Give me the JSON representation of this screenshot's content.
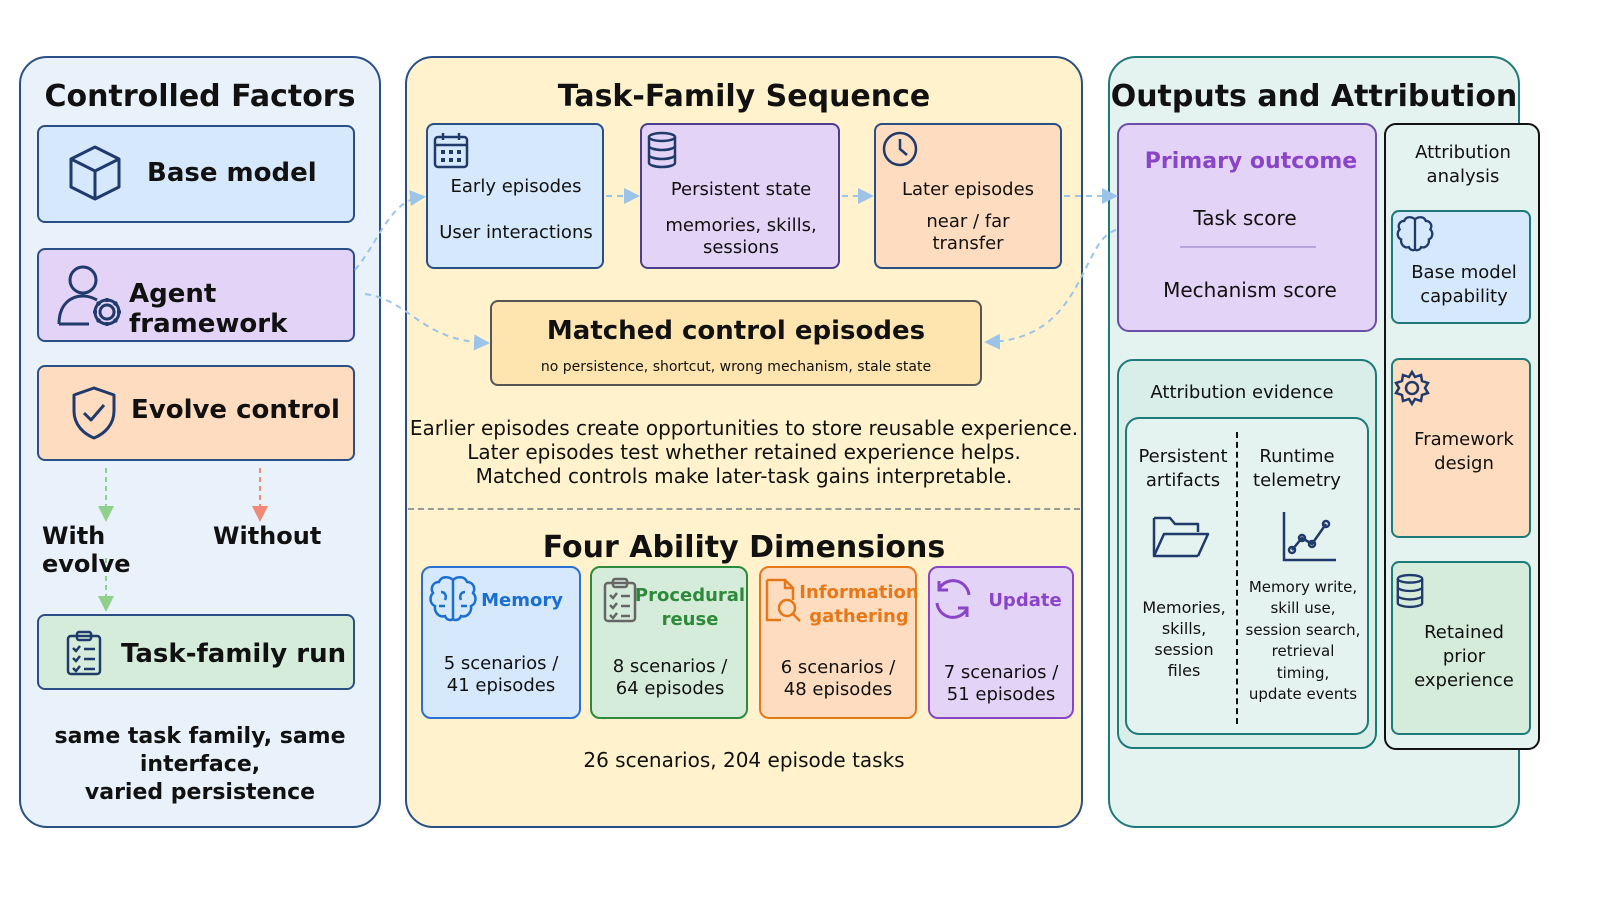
{
  "left": {
    "title": "Controlled Factors",
    "base_model": "Base model",
    "agent_framework": "Agent framework",
    "evolve_control": "Evolve control",
    "with_evolve": "With evolve",
    "without": "Without",
    "task_family_run": "Task-family run",
    "footer_line1": "same task family, same",
    "footer_line2": "interface,",
    "footer_line3": "varied persistence"
  },
  "middle": {
    "title": "Task-Family Sequence",
    "early_title": "Early episodes",
    "early_sub": "User interactions",
    "persistent_title": "Persistent state",
    "persistent_sub1": "memories, skills,",
    "persistent_sub2": "sessions",
    "later_title": "Later episodes",
    "later_sub1": "near / far",
    "later_sub2": "transfer",
    "matched_title": "Matched control episodes",
    "matched_sub": "no persistence, shortcut, wrong mechanism, stale state",
    "desc1": "Earlier episodes create opportunities to store reusable experience.",
    "desc2": "Later episodes test whether retained experience helps.",
    "desc3": "Matched controls make later-task gains interpretable.",
    "ability_title": "Four Ability Dimensions",
    "abilities": [
      {
        "name1": "Memory",
        "name2": "",
        "stat1": "5 scenarios /",
        "stat2": "41 episodes",
        "color": "#1a6fd1"
      },
      {
        "name1": "Procedural",
        "name2": "reuse",
        "stat1": "8 scenarios /",
        "stat2": "64 episodes",
        "color": "#2e8a3a"
      },
      {
        "name1": "Information",
        "name2": "gathering",
        "stat1": "6 scenarios /",
        "stat2": "48 episodes",
        "color": "#e67817"
      },
      {
        "name1": "Update",
        "name2": "",
        "stat1": "7 scenarios /",
        "stat2": "51 episodes",
        "color": "#8a44c8"
      }
    ],
    "footer": "26 scenarios, 204 episode tasks"
  },
  "right": {
    "title": "Outputs and Attribution",
    "primary_outcome": "Primary outcome",
    "task_score": "Task score",
    "mechanism_score": "Mechanism score",
    "evidence_title": "Attribution evidence",
    "persistent_artifacts1": "Persistent",
    "persistent_artifacts2": "artifacts",
    "artifacts_list": [
      "Memories,",
      "skills,",
      "session",
      "files"
    ],
    "runtime_telemetry1": "Runtime",
    "runtime_telemetry2": "telemetry",
    "telemetry_list": [
      "Memory write,",
      "skill use,",
      "session search,",
      "retrieval",
      "timing,",
      "update events"
    ],
    "analysis_title1": "Attribution",
    "analysis_title2": "analysis",
    "base_model_cap1": "Base model",
    "base_model_cap2": "capability",
    "framework_design1": "Framework",
    "framework_design2": "design",
    "retained1": "Retained",
    "retained2": "prior",
    "retained3": "experience"
  },
  "colors": {
    "blue_fill": "#d6e8fb",
    "blue_border": "#2a4f86",
    "purple_fill": "#e3d4f7",
    "purple_border": "#6a4fa8",
    "orange_fill": "#fddcc0",
    "orange_border": "#2a4f86",
    "green_fill": "#d6ecdb",
    "green_border": "#2a4f86",
    "yellow_panel": "#fff2cc",
    "teal_panel": "#e4f2f0"
  }
}
